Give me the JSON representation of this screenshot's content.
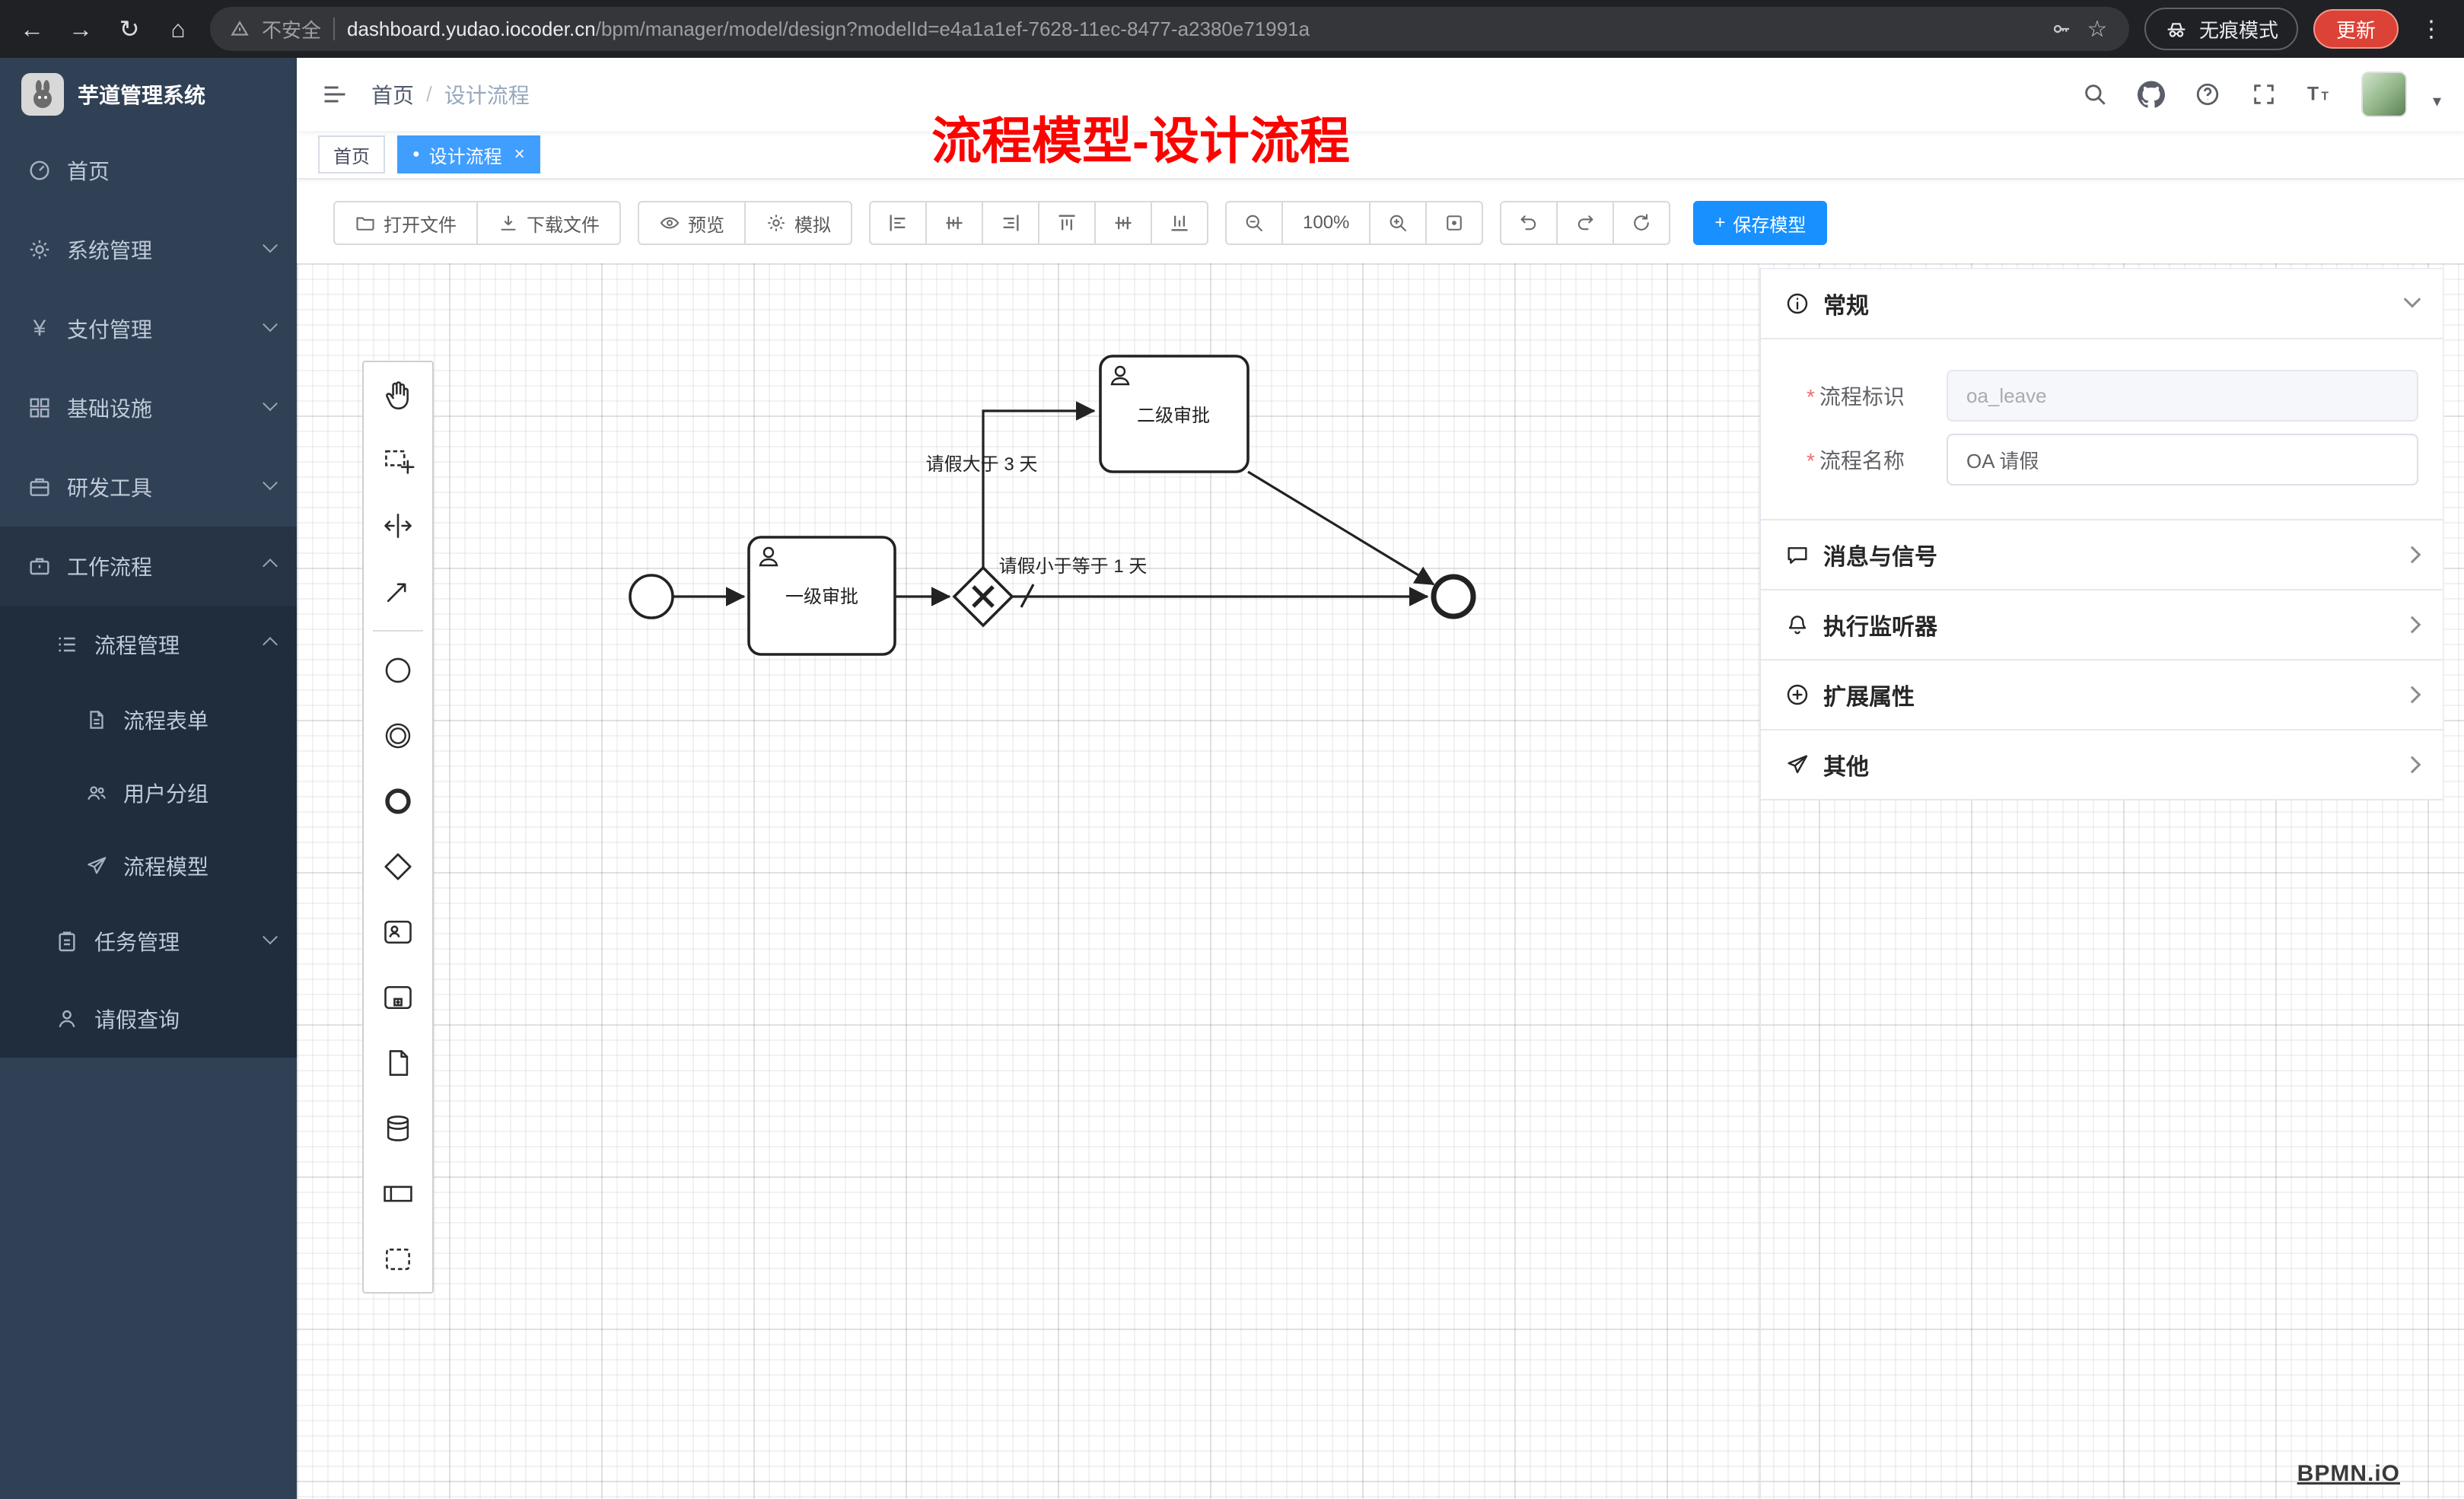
{
  "browser": {
    "security_label": "不安全",
    "url_host": "dashboard.yudao.iocoder.cn",
    "url_path": "/bpm/manager/model/design?modelId=e4a1a1ef-7628-11ec-8477-a2380e71991a",
    "incognito_label": "无痕模式",
    "update_label": "更新"
  },
  "icons": {
    "back": "←",
    "forward": "→",
    "reload": "↻",
    "home": "⌂",
    "star": "☆",
    "dots": "⋮",
    "yen": "¥",
    "caret": "▾",
    "tab_dot": "●",
    "tab_close": "×",
    "breadcrumb_sep": "/",
    "plus": "+",
    "required_mark": "*"
  },
  "sidebar": {
    "app_title": "芋道管理系统",
    "items": [
      {
        "label": "首页"
      },
      {
        "label": "系统管理"
      },
      {
        "label": "支付管理"
      },
      {
        "label": "基础设施"
      },
      {
        "label": "研发工具"
      },
      {
        "label": "工作流程"
      },
      {
        "label": "流程管理"
      },
      {
        "label": "流程表单"
      },
      {
        "label": "用户分组"
      },
      {
        "label": "流程模型"
      },
      {
        "label": "任务管理"
      },
      {
        "label": "请假查询"
      }
    ]
  },
  "header": {
    "breadcrumb_home": "首页",
    "breadcrumb_current": "设计流程"
  },
  "tabs": {
    "home": "首页",
    "active": "设计流程"
  },
  "annotation": "流程模型-设计流程",
  "toolbar": {
    "open_file": "打开文件",
    "download_file": "下载文件",
    "preview": "预览",
    "simulate": "模拟",
    "zoom_level": "100%",
    "save_model": "保存模型"
  },
  "diagram": {
    "task_level1": "一级审批",
    "task_level2": "二级审批",
    "condition_gt3": "请假大于 3 天",
    "condition_le1": "请假小于等于 1 天"
  },
  "properties": {
    "general": "常规",
    "process_key_label": "流程标识",
    "process_key_value": "oa_leave",
    "process_name_label": "流程名称",
    "process_name_value": "OA 请假",
    "messages_signals": "消息与信号",
    "execution_listener": "执行监听器",
    "extended_attrs": "扩展属性",
    "other": "其他"
  },
  "watermark": "BPMN.iO"
}
